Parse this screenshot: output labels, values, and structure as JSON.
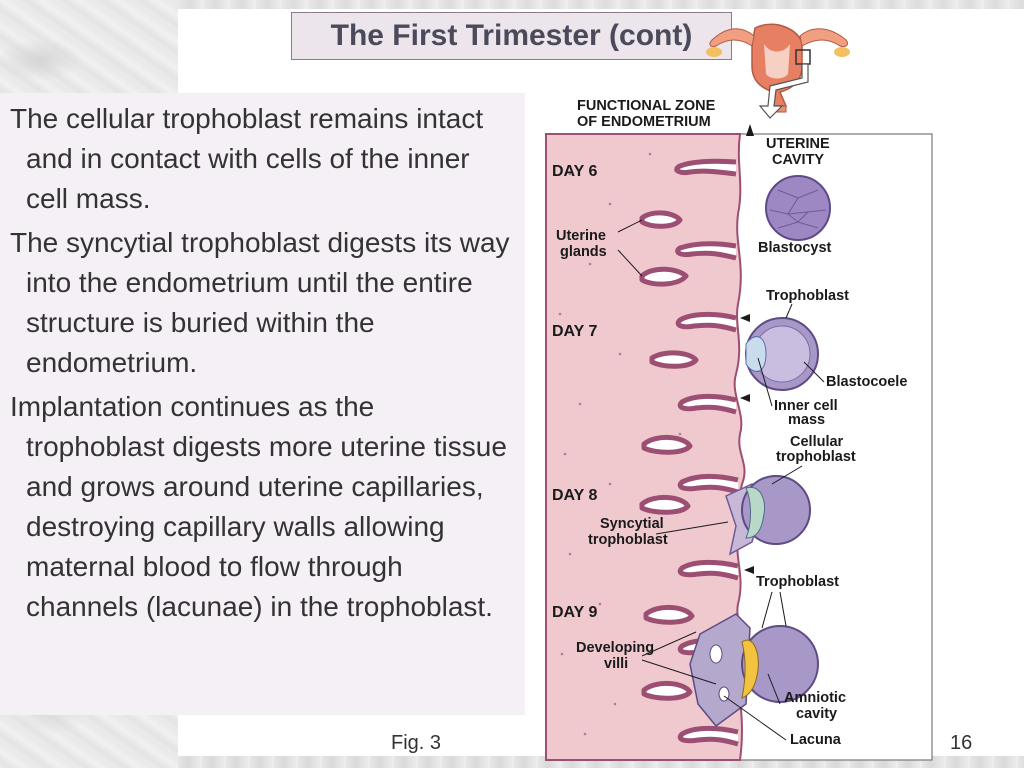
{
  "slide": {
    "title": "The First Trimester (cont)",
    "paragraphs": [
      "The cellular trophoblast remains intact and in contact with cells of the inner cell mass.",
      "The syncytial trophoblast digests its way into the endometrium until the entire structure is buried within the endometrium.",
      "Implantation continues as the trophoblast digests more uterine tissue and grows around uterine capillaries, destroying capillary walls allowing maternal blood to flow through channels (lacunae) in the trophoblast."
    ],
    "figure_label": "Fig. 3",
    "page_number": "16"
  },
  "diagram": {
    "header": [
      "FUNCTIONAL ZONE",
      "OF ENDOMETRIUM"
    ],
    "uterine_cavity": [
      "UTERINE",
      "CAVITY"
    ],
    "days": [
      "DAY 6",
      "DAY 7",
      "DAY 8",
      "DAY 9"
    ],
    "labels": {
      "uterine_glands": [
        "Uterine",
        "glands"
      ],
      "blastocyst": "Blastocyst",
      "trophoblast_1": "Trophoblast",
      "blastocoele": "Blastocoele",
      "inner_cell_mass": [
        "Inner cell",
        "mass"
      ],
      "cellular_trophoblast": [
        "Cellular",
        "trophoblast"
      ],
      "syncytial_trophoblast": [
        "Syncytial",
        "trophoblast"
      ],
      "trophoblast_2": "Trophoblast",
      "developing_villi": [
        "Developing",
        "villi"
      ],
      "amniotic_cavity": [
        "Amniotic",
        "cavity"
      ],
      "lacuna": "Lacuna"
    },
    "colors": {
      "endometrium": "#f0c9cf",
      "gland_outline": "#9c4f73",
      "blastocyst": "#9e88c4",
      "title_bg": "#ece5ec"
    }
  }
}
